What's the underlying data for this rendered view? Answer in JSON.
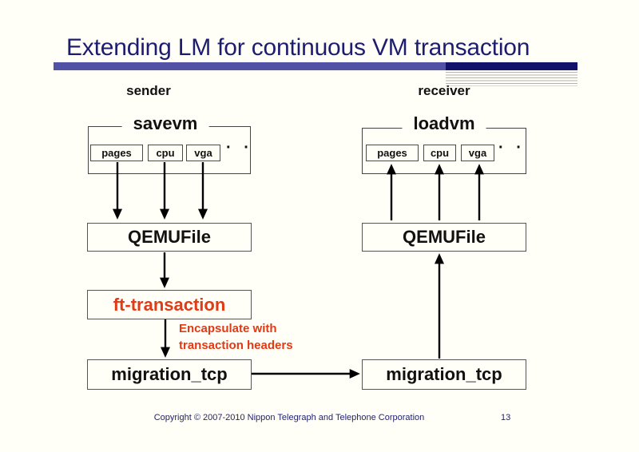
{
  "slide": {
    "title": "Extending LM for continuous VM transaction",
    "footer": {
      "copyright": "Copyright © 2007-2010 Nippon Telegraph and Telephone Corporation",
      "page_number": "13"
    },
    "colors": {
      "title_navy": "#1d1d70",
      "bar_left_blue": "#5151a5",
      "bar_right_navy": "#12126a",
      "accent_red": "#e03a16",
      "diagram_text": "#111111"
    }
  },
  "diagram": {
    "sender": {
      "role_label": "sender",
      "group_label": "savevm",
      "modules": [
        "pages",
        "cpu",
        "vga"
      ],
      "ellipsis": "· ·",
      "qemufile": "QEMUFile",
      "ft_transaction": "ft-transaction",
      "migration": "migration_tcp"
    },
    "receiver": {
      "role_label": "receiver",
      "group_label": "loadvm",
      "modules": [
        "pages",
        "cpu",
        "vga"
      ],
      "ellipsis": "· ·",
      "qemufile": "QEMUFile",
      "migration": "migration_tcp"
    },
    "annotation_lines": [
      "Encapsulate with",
      "transaction headers"
    ]
  }
}
